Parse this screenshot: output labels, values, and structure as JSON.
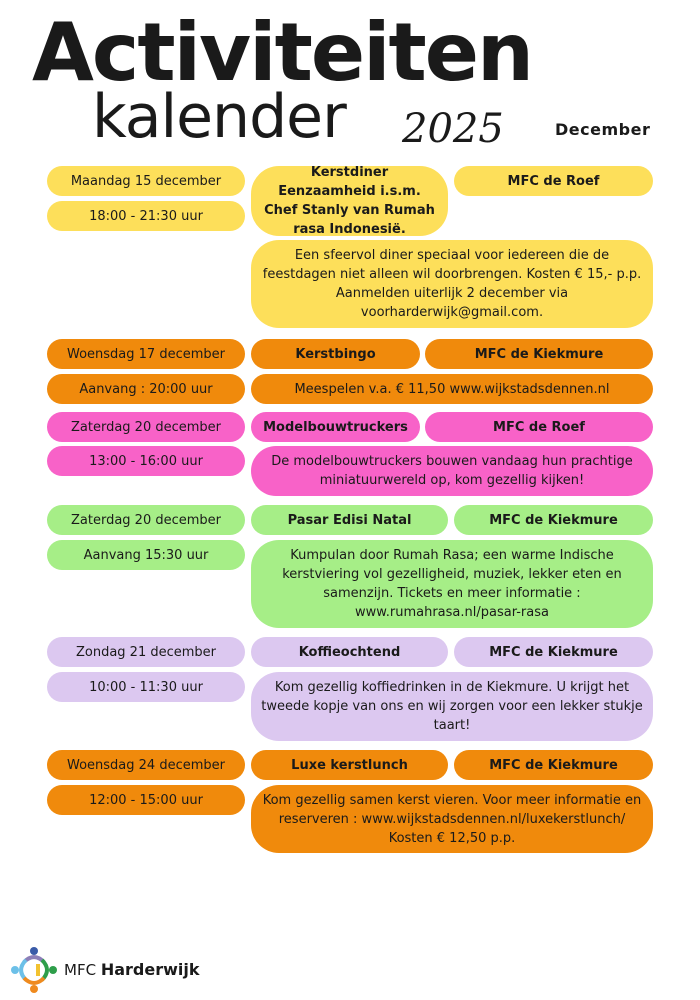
{
  "header": {
    "title_line1": "Activiteiten",
    "title_line2": "kalender",
    "year": "2025",
    "month": "December"
  },
  "colors": {
    "yellow": "#fddf5a",
    "orange": "#f08a0c",
    "pink": "#f862c8",
    "green": "#a6ee87",
    "lavender": "#dcc8f0"
  },
  "events": [
    {
      "date": "Maandag 15 december",
      "time": "18:00 - 21:30 uur",
      "title": "Kerstdiner Eenzaamheid i.s.m. Chef Stanly van Rumah rasa Indonesië.",
      "location": "MFC de Roef",
      "description": "Een sfeervol diner speciaal voor iedereen die de feestdagen niet alleen wil doorbrengen. Kosten € 15,- p.p. Aanmelden uiterlijk 2 december via voorharderwijk@gmail.com."
    },
    {
      "date": "Woensdag 17 december",
      "time": "Aanvang : 20:00 uur",
      "title": "Kerstbingo",
      "location": "MFC de Kiekmure",
      "description": "Meespelen v.a. € 11,50 www.wijkstadsdennen.nl"
    },
    {
      "date": "Zaterdag 20 december",
      "time": "13:00 - 16:00 uur",
      "title": "Modelbouwtruckers",
      "location": "MFC de Roef",
      "description": "De modelbouwtruckers bouwen vandaag hun prachtige miniatuurwereld op, kom gezellig kijken!"
    },
    {
      "date": "Zaterdag 20 december",
      "time": "Aanvang 15:30 uur",
      "title": "Pasar Edisi Natal",
      "location": "MFC de Kiekmure",
      "description": "Kumpulan door Rumah Rasa; een warme Indische kerstviering vol gezelligheid, muziek, lekker eten en samenzijn. Tickets en meer informatie : www.rumahrasa.nl/pasar-rasa"
    },
    {
      "date": "Zondag 21 december",
      "time": "10:00 - 11:30 uur",
      "title": "Koffieochtend",
      "location": "MFC de Kiekmure",
      "description": "Kom gezellig koffiedrinken in de Kiekmure. U krijgt het tweede kopje van ons en wij zorgen voor een lekker stukje taart!"
    },
    {
      "date": "Woensdag 24 december",
      "time": "12:00 - 15:00 uur",
      "title": "Luxe kerstlunch",
      "location": "MFC de Kiekmure",
      "description": "Kom gezellig samen kerst vieren. Voor meer informatie en reserveren : www.wijkstadsdennen.nl/luxekerstlunch/ Kosten € 12,50 p.p."
    }
  ],
  "footer": {
    "logo_prefix": "MFC",
    "logo_name": "Harderwijk"
  }
}
